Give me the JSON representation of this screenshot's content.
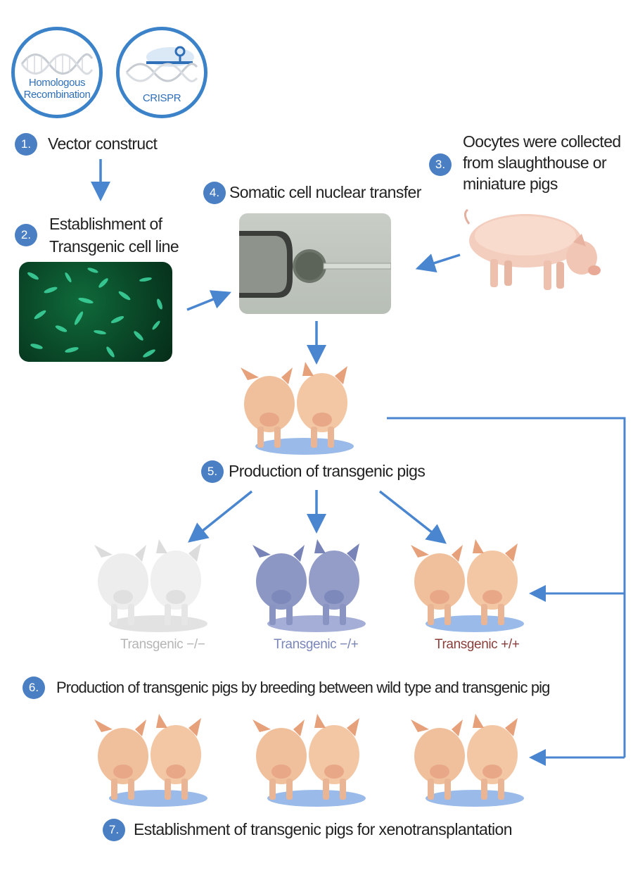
{
  "steps": {
    "vector": {
      "num": "1.",
      "label": "Vector construct"
    },
    "cell_line": {
      "num": "2.",
      "label_line1": "Establishment of",
      "label_line2": "Transgenic cell line"
    },
    "oocytes": {
      "num": "3.",
      "label_line1": "Oocytes were collected",
      "label_line2": "from slaughthouse or",
      "label_line3": "miniature pigs"
    },
    "scnt": {
      "num": "4.",
      "label": "Somatic cell nuclear transfer"
    },
    "production": {
      "num": "5.",
      "label": "Production of transgenic pigs"
    },
    "breeding": {
      "num": "6.",
      "label": "Production of transgenic pigs by breeding between wild type and transgenic pig"
    },
    "establishment": {
      "num": "7.",
      "label": "Establishment of transgenic pigs for xenotransplantation"
    }
  },
  "methods": {
    "homologous_line1": "Homologous",
    "homologous_line2": "Recombination",
    "crispr": "CRISPR"
  },
  "genotypes": {
    "neg_neg": "Transgenic −/−",
    "neg_pos": "Transgenic −/+",
    "pos_pos": "Transgenic +/+"
  },
  "colors": {
    "accent": "#4a7fc4",
    "arrow": "#4a86d0",
    "circle_border": "#3b82c9",
    "geno_neg_neg": "#b5b5b5",
    "geno_neg_pos": "#7a86b8",
    "geno_pos_pos": "#8a3e3a"
  }
}
